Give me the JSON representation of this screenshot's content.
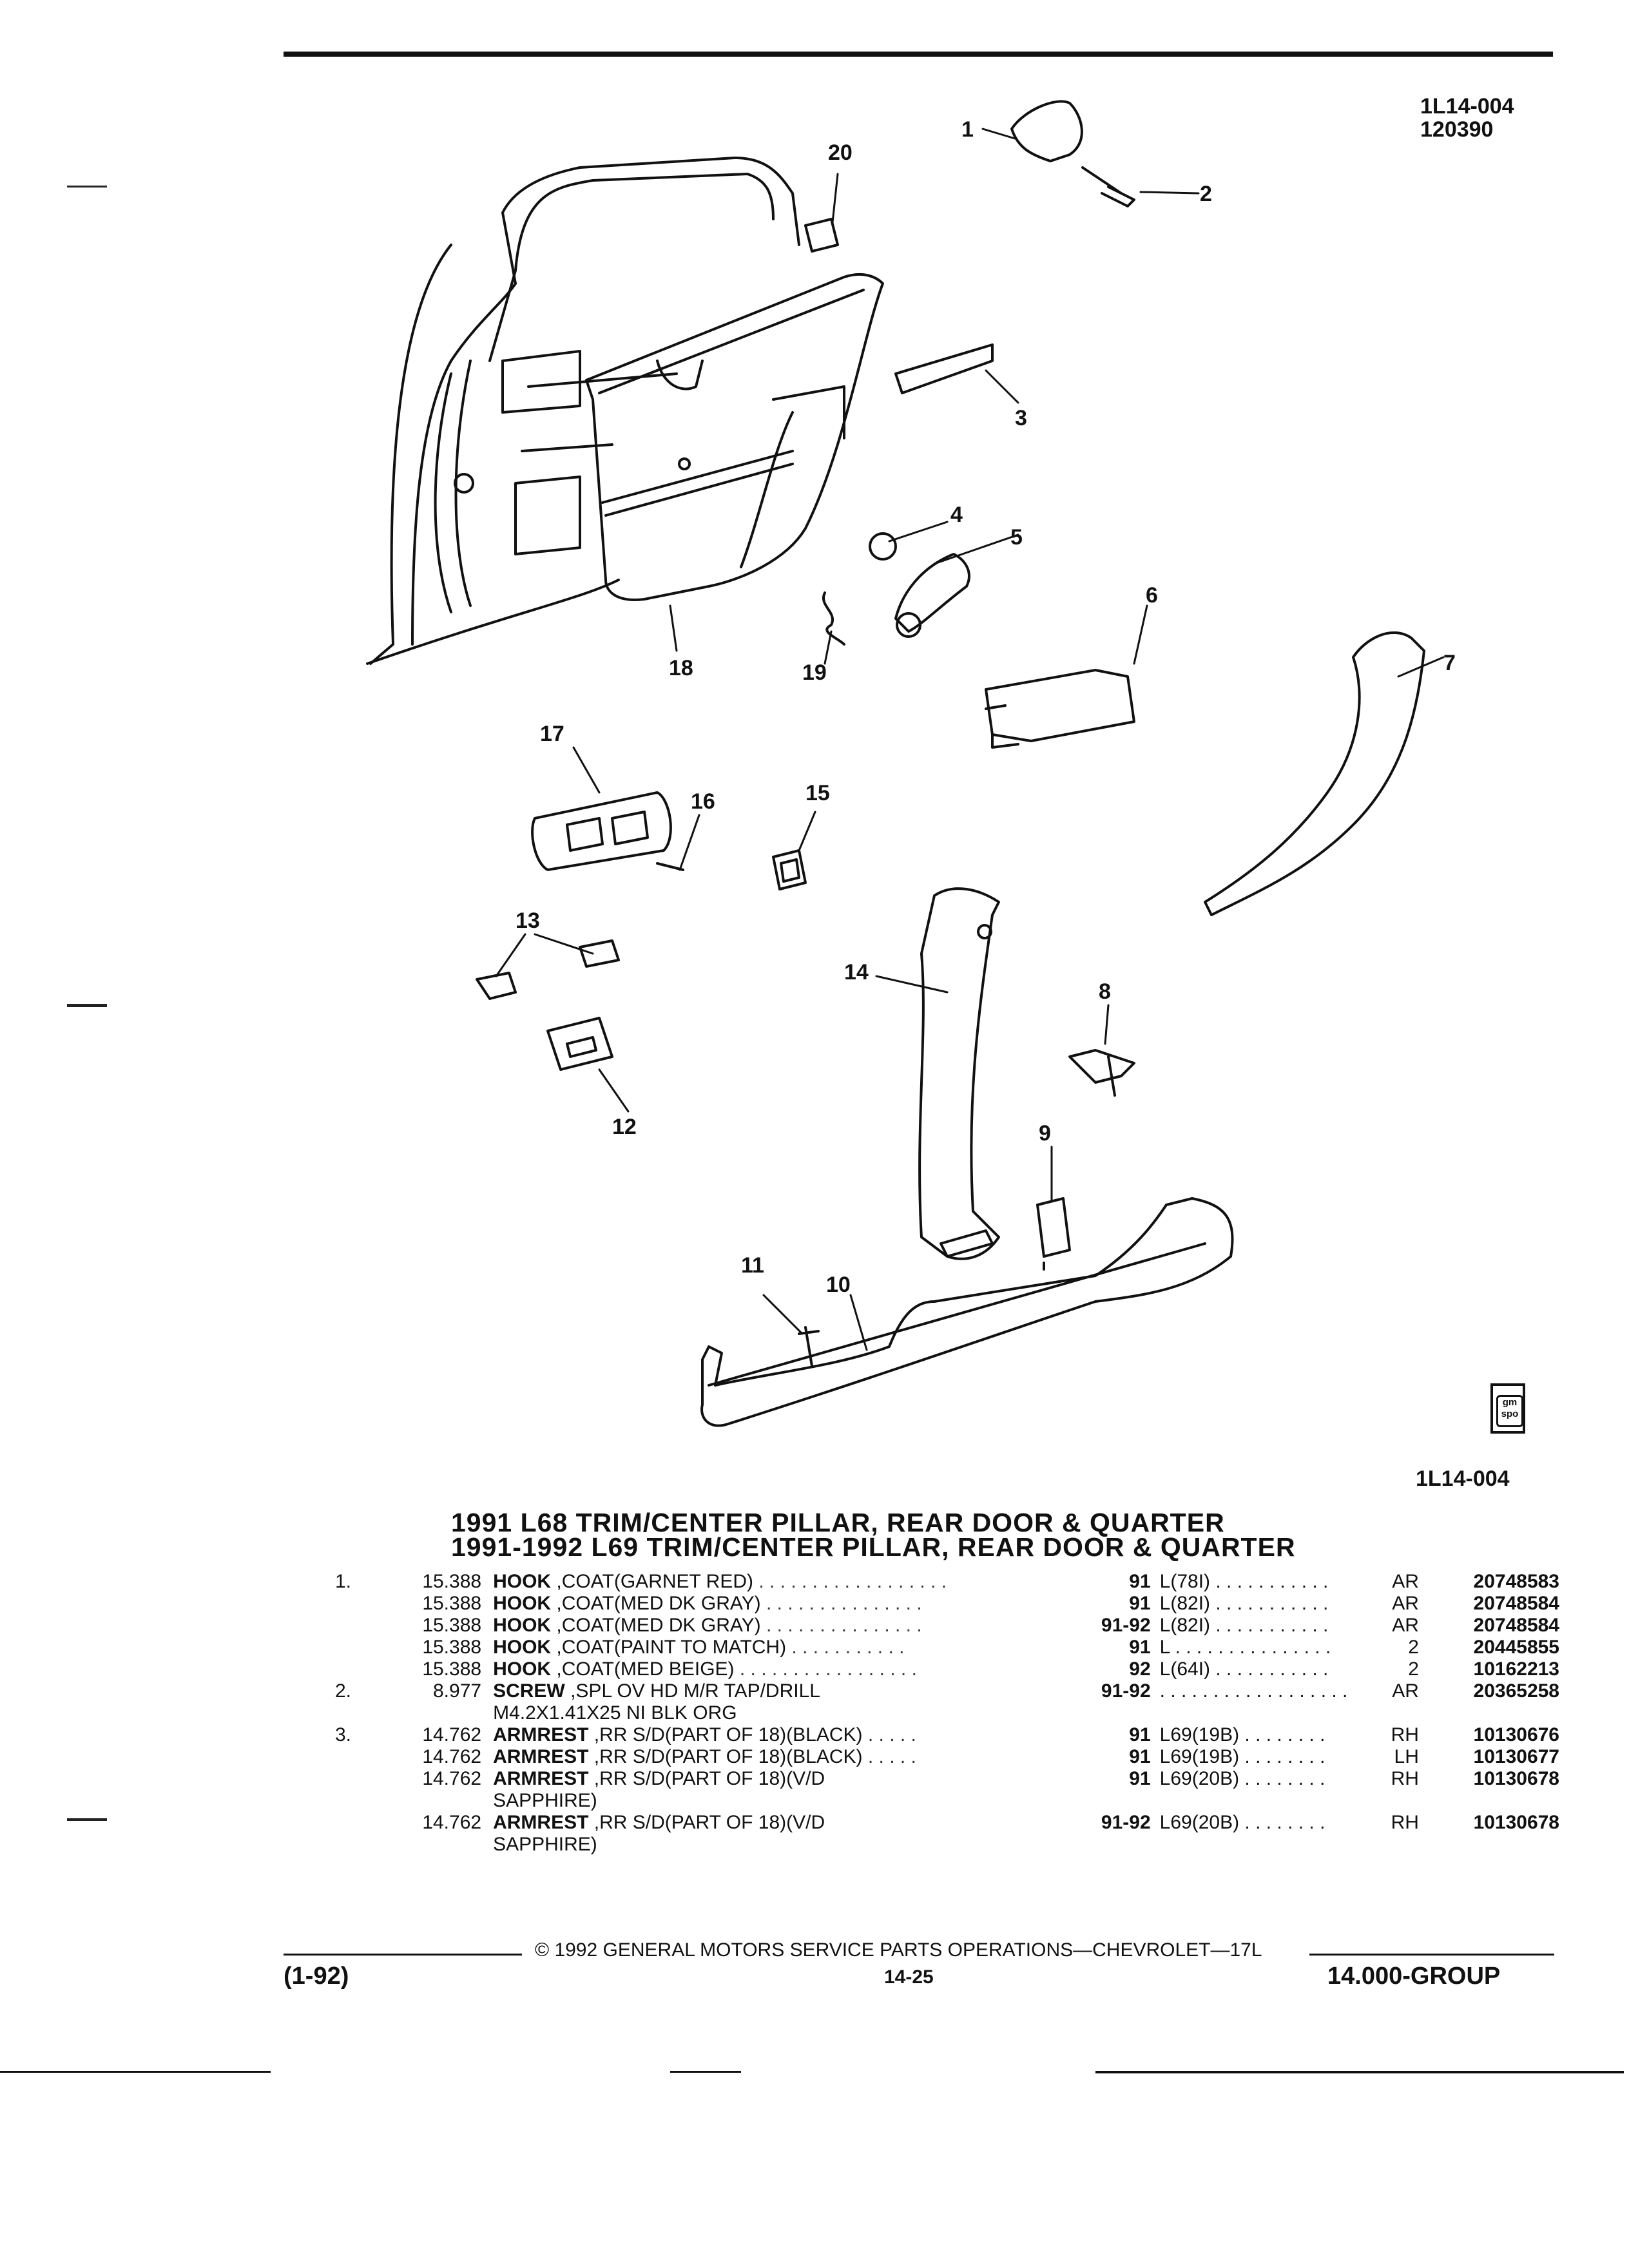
{
  "page": {
    "ref_code": "1L14-004",
    "ref_date": "120390",
    "diagram_ref": "1L14-004",
    "badge_text": "gm spo"
  },
  "callouts": [
    "1",
    "2",
    "3",
    "4",
    "5",
    "6",
    "7",
    "8",
    "9",
    "10",
    "11",
    "12",
    "13",
    "14",
    "15",
    "16",
    "17",
    "18",
    "19",
    "20"
  ],
  "headings": [
    "1991 L68 TRIM/CENTER PILLAR, REAR DOOR & QUARTER",
    "1991-1992 L69 TRIM/CENTER PILLAR, REAR DOOR & QUARTER"
  ],
  "parts": [
    {
      "item": "1.",
      "ill": "15.388",
      "name": "HOOK",
      "desc": " ,COAT(GARNET RED)",
      "dots": " . . . . . . . . . . . . . . . . . .",
      "year": "91",
      "option": "L(78I)  . . . . . . . . . . .",
      "qty": "AR",
      "pn": "20748583"
    },
    {
      "item": "",
      "ill": "15.388",
      "name": "HOOK",
      "desc": " ,COAT(MED DK GRAY)",
      "dots": " . . . . . . . . . . . . . . .",
      "year": "91",
      "option": "L(82I)  . . . . . . . . . . .",
      "qty": "AR",
      "pn": "20748584"
    },
    {
      "item": "",
      "ill": "15.388",
      "name": "HOOK",
      "desc": " ,COAT(MED DK GRAY)",
      "dots": " . . . . . . . . . . . . . . .",
      "year": "91-92",
      "option": "L(82I)  . . . . . . . . . . .",
      "qty": "AR",
      "pn": "20748584"
    },
    {
      "item": "",
      "ill": "15.388",
      "name": "HOOK",
      "desc": " ,COAT(PAINT TO MATCH)",
      "dots": "  . . . . . . . . . . .",
      "year": "91",
      "option": "L  . . . . . . . . . . . . . . .",
      "qty": "2",
      "pn": "20445855"
    },
    {
      "item": "",
      "ill": "15.388",
      "name": "HOOK",
      "desc": " ,COAT(MED BEIGE)",
      "dots": "  . . . . . . . . . . . . . . . . .",
      "year": "92",
      "option": "L(64I)  . . . . . . . . . . .",
      "qty": "2",
      "pn": "10162213"
    },
    {
      "item": "2.",
      "ill": "8.977",
      "name": "SCREW",
      "desc": " ,SPL OV HD M/R TAP/DRILL",
      "dots": "",
      "year": "91-92",
      "option": ". . . . . . . . . . . . . . . . . .",
      "qty": "AR",
      "pn": "20365258"
    },
    {
      "item": "",
      "ill": "",
      "name": "",
      "desc": "M4.2X1.41X25 NI BLK ORG",
      "dots": "",
      "year": "",
      "option": "",
      "qty": "",
      "pn": ""
    },
    {
      "item": "3.",
      "ill": "14.762",
      "name": "ARMREST",
      "desc": " ,RR S/D(PART OF 18)(BLACK)",
      "dots": "  . . . . .",
      "year": "91",
      "option": "L69(19B)  . . . . . . . .",
      "qty": "RH",
      "pn": "10130676"
    },
    {
      "item": "",
      "ill": "14.762",
      "name": "ARMREST",
      "desc": " ,RR S/D(PART OF 18)(BLACK)",
      "dots": "  . . . . .",
      "year": "91",
      "option": "L69(19B)  . . . . . . . .",
      "qty": "LH",
      "pn": "10130677"
    },
    {
      "item": "",
      "ill": "14.762",
      "name": "ARMREST",
      "desc": " ,RR S/D(PART OF 18)(V/D",
      "dots": "",
      "year": "91",
      "option": "L69(20B)  . . . . . . . .",
      "qty": "RH",
      "pn": "10130678"
    },
    {
      "item": "",
      "ill": "",
      "name": "",
      "desc": "SAPPHIRE)",
      "dots": "",
      "year": "",
      "option": "",
      "qty": "",
      "pn": ""
    },
    {
      "item": "",
      "ill": "14.762",
      "name": "ARMREST",
      "desc": " ,RR S/D(PART OF 18)(V/D",
      "dots": "",
      "year": "91-92",
      "option": "L69(20B)  . . . . . . . .",
      "qty": "RH",
      "pn": "10130678"
    },
    {
      "item": "",
      "ill": "",
      "name": "",
      "desc": "SAPPHIRE)",
      "dots": "",
      "year": "",
      "option": "",
      "qty": "",
      "pn": ""
    }
  ],
  "footer": {
    "copyright": "© 1992  GENERAL MOTORS SERVICE PARTS OPERATIONS—CHEVROLET—17L",
    "date_code": "(1-92)",
    "page_number": "14-25",
    "group": "14.000-GROUP"
  }
}
